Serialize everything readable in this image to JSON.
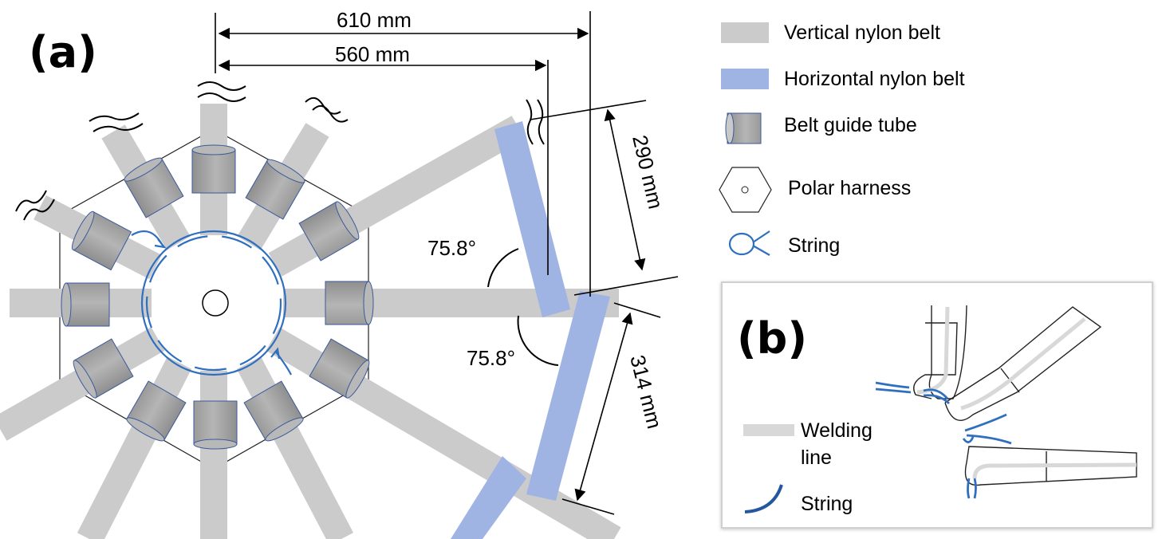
{
  "panel_a": {
    "label": "(a)",
    "dim_outer": "610 mm",
    "dim_inner": "560 mm",
    "dim_upper": "290 mm",
    "dim_lower": "314 mm",
    "angle_upper": "75.8°",
    "angle_lower": "75.8°"
  },
  "legend": {
    "vertical_belt": "Vertical nylon belt",
    "horizontal_belt": "Horizontal nylon belt",
    "guide_tube": "Belt guide tube",
    "polar_harness": "Polar harness",
    "string": "String"
  },
  "panel_b": {
    "label": "(b)",
    "welding_line_1": "Welding",
    "welding_line_2": "line",
    "string": "String"
  },
  "colors": {
    "vertical_belt": "#cbcbcb",
    "horizontal_belt": "#9fb4e3",
    "guide_tube_body": "#a6a6a6",
    "guide_tube_edge": "#3b5a9a",
    "string": "#2f6fc0",
    "string_dark": "#24579e"
  }
}
